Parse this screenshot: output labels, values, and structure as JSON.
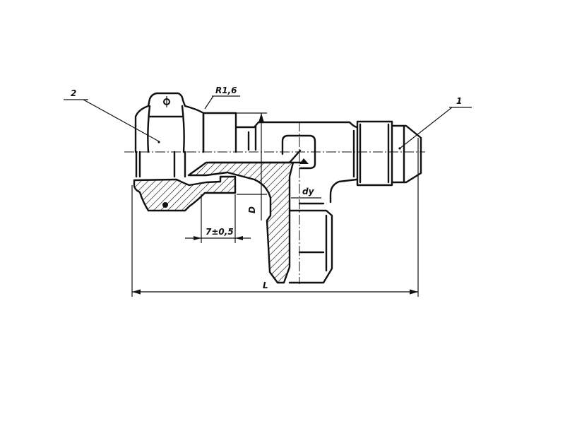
{
  "drawing": {
    "callouts": {
      "part_2": "2",
      "part_1": "1"
    },
    "surface_finish": "R1,6",
    "dimensions": {
      "length": "L",
      "diameter": "D",
      "bore": "dy",
      "offset": "7±0,5"
    }
  }
}
